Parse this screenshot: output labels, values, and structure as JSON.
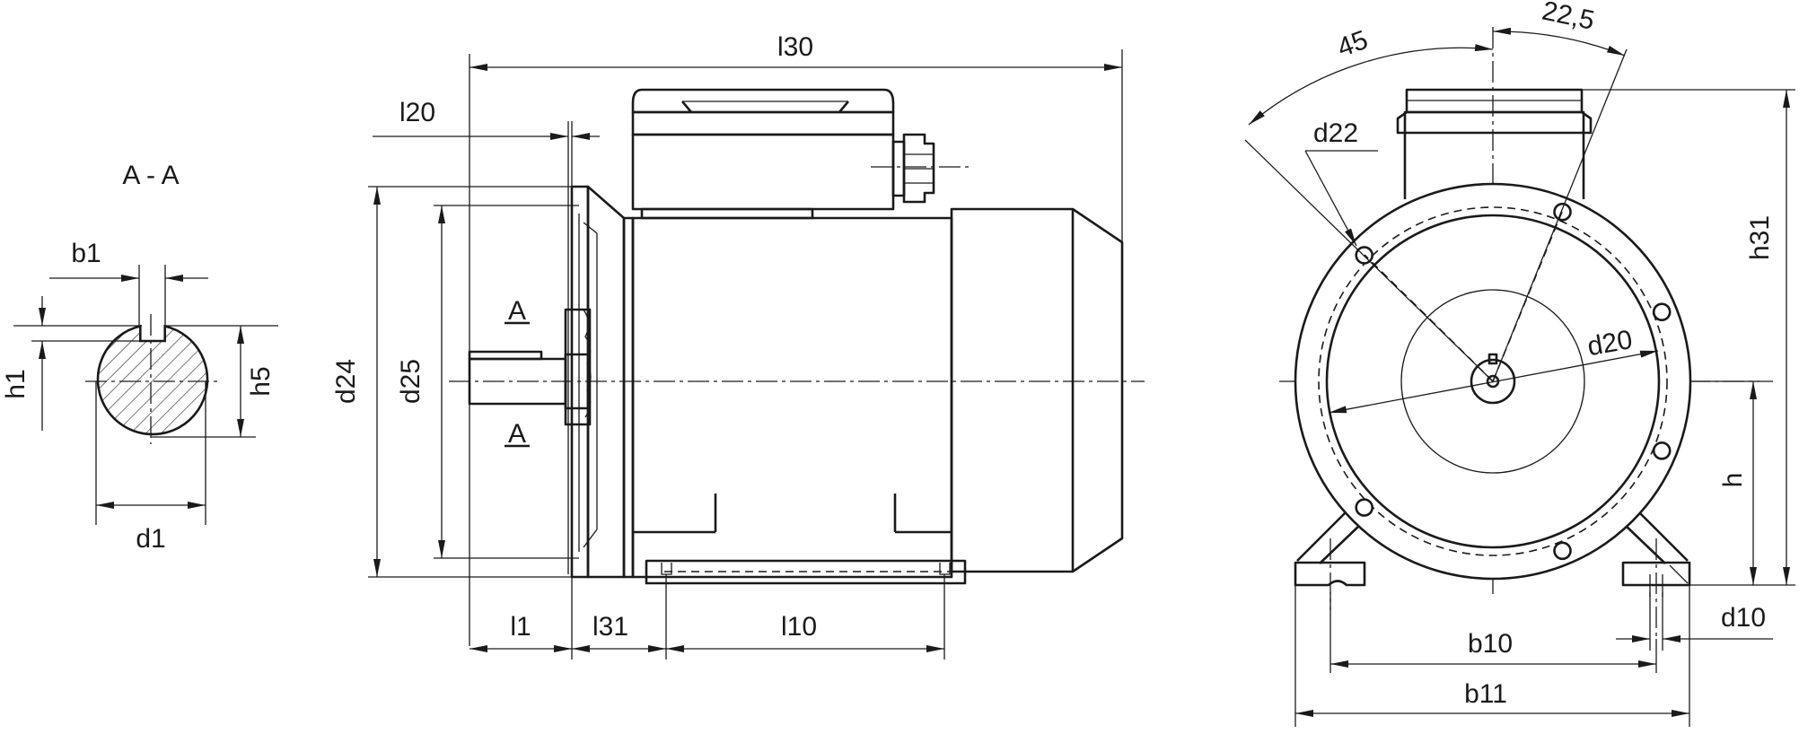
{
  "section_title": "A - A",
  "section_marks": [
    "A",
    "A"
  ],
  "labels": {
    "b1": "b1",
    "h1": "h1",
    "h5": "h5",
    "d1": "d1",
    "l30": "l30",
    "l20": "l20",
    "d24": "d24",
    "d25": "d25",
    "l1": "l1",
    "l31": "l31",
    "l10": "l10",
    "angle45": "45",
    "angle22": "22,5",
    "d22": "d22",
    "d20": "d20",
    "h31": "h31",
    "h": "h",
    "b10": "b10",
    "d10": "d10",
    "b11": "b11"
  }
}
